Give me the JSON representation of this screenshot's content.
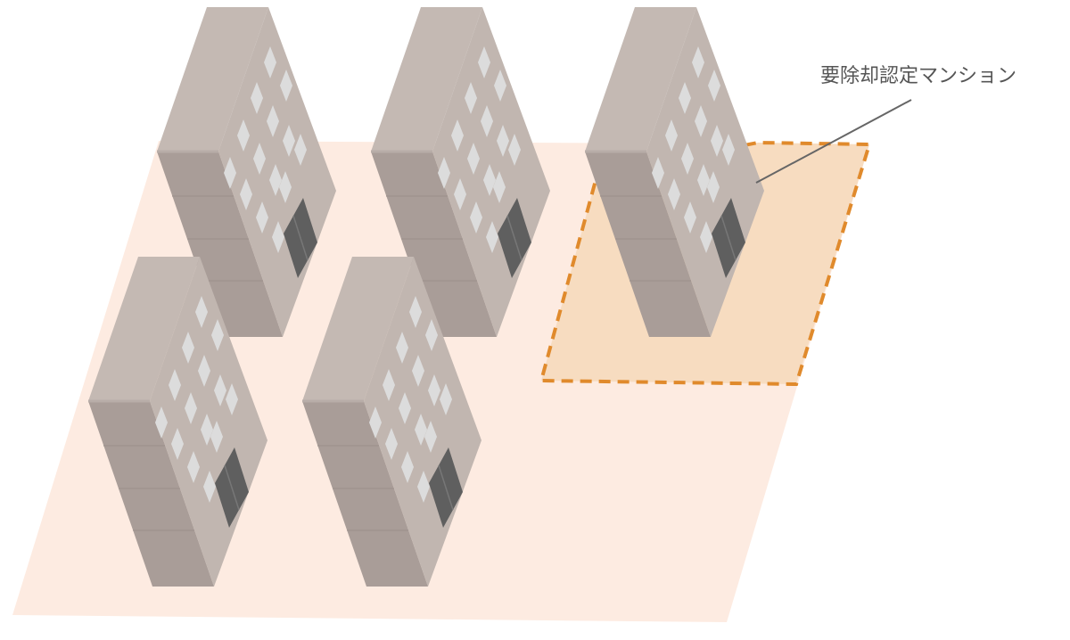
{
  "callout": {
    "label": "要除却認定マンション"
  },
  "colors": {
    "ground": "#fdebe1",
    "highlight_fill": "#f7dcc0",
    "highlight_border": "#e08a2c",
    "building_front": "#a99d98",
    "building_side": "#c4b9b3",
    "building_top": "#b3a8a3",
    "window": "#dcdcdc",
    "door": "#5f5f5f",
    "leader_line": "#666666"
  },
  "buildings": [
    {
      "id": "building-back-left"
    },
    {
      "id": "building-back-center"
    },
    {
      "id": "building-back-right",
      "highlighted": true
    },
    {
      "id": "building-front-left"
    },
    {
      "id": "building-front-center"
    }
  ]
}
